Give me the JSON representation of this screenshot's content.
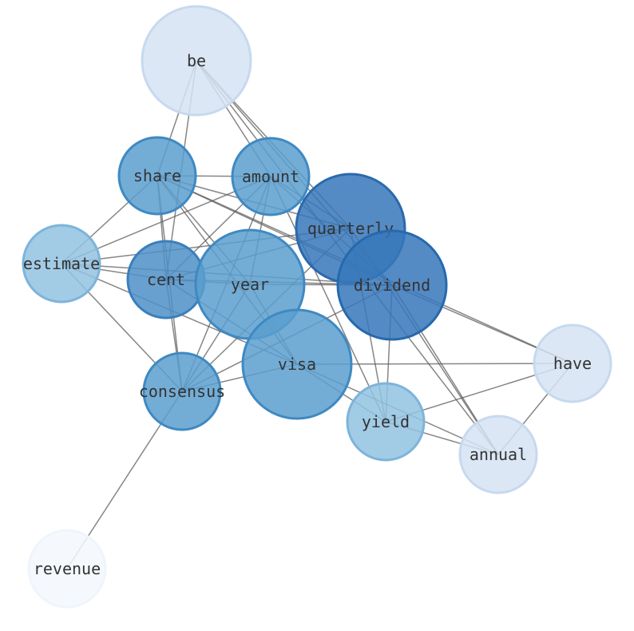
{
  "nodes": [
    {
      "id": "be",
      "label": "be",
      "fill": "#d6e3f3",
      "stroke": "#c6d9ef"
    },
    {
      "id": "share",
      "label": "share",
      "fill": "#5b9fcf",
      "stroke": "#3f89c2"
    },
    {
      "id": "amount",
      "label": "amount",
      "fill": "#5b9fcf",
      "stroke": "#3f89c2"
    },
    {
      "id": "quarterly",
      "label": "quarterly",
      "fill": "#3777ba",
      "stroke": "#2b69ad"
    },
    {
      "id": "estimate",
      "label": "estimate",
      "fill": "#92c2e2",
      "stroke": "#7db4da"
    },
    {
      "id": "cent",
      "label": "cent",
      "fill": "#4d8fc8",
      "stroke": "#3a7fbc"
    },
    {
      "id": "year",
      "label": "year",
      "fill": "#5b9fcf",
      "stroke": "#3f89c2"
    },
    {
      "id": "dividend",
      "label": "dividend",
      "fill": "#3777ba",
      "stroke": "#2669ad"
    },
    {
      "id": "visa",
      "label": "visa",
      "fill": "#5b9fcf",
      "stroke": "#3f89c2"
    },
    {
      "id": "have",
      "label": "have",
      "fill": "#d6e3f3",
      "stroke": "#c6d9ef"
    },
    {
      "id": "consensus",
      "label": "consensus",
      "fill": "#5b9fcf",
      "stroke": "#3f89c2"
    },
    {
      "id": "yield",
      "label": "yield",
      "fill": "#92c2e2",
      "stroke": "#7db4da"
    },
    {
      "id": "annual",
      "label": "annual",
      "fill": "#d6e3f3",
      "stroke": "#c6d9ef"
    },
    {
      "id": "revenue",
      "label": "revenue",
      "fill": "#f3f8fd",
      "stroke": "#eef5fc"
    }
  ],
  "edges": [
    [
      "be",
      "share"
    ],
    [
      "be",
      "cent"
    ],
    [
      "be",
      "amount"
    ],
    [
      "be",
      "quarterly"
    ],
    [
      "be",
      "dividend"
    ],
    [
      "be",
      "annual"
    ],
    [
      "share",
      "amount"
    ],
    [
      "share",
      "cent"
    ],
    [
      "share",
      "consensus"
    ],
    [
      "share",
      "estimate"
    ],
    [
      "share",
      "quarterly"
    ],
    [
      "share",
      "dividend"
    ],
    [
      "share",
      "visa"
    ],
    [
      "share",
      "year"
    ],
    [
      "amount",
      "quarterly"
    ],
    [
      "amount",
      "estimate"
    ],
    [
      "amount",
      "cent"
    ],
    [
      "amount",
      "year"
    ],
    [
      "amount",
      "consensus"
    ],
    [
      "amount",
      "yield"
    ],
    [
      "amount",
      "dividend"
    ],
    [
      "quarterly",
      "estimate"
    ],
    [
      "quarterly",
      "cent"
    ],
    [
      "quarterly",
      "consensus"
    ],
    [
      "quarterly",
      "yield"
    ],
    [
      "quarterly",
      "annual"
    ],
    [
      "estimate",
      "cent"
    ],
    [
      "estimate",
      "dividend"
    ],
    [
      "estimate",
      "visa"
    ],
    [
      "estimate",
      "consensus"
    ],
    [
      "cent",
      "dividend"
    ],
    [
      "cent",
      "year"
    ],
    [
      "cent",
      "consensus"
    ],
    [
      "cent",
      "visa"
    ],
    [
      "year",
      "dividend"
    ],
    [
      "year",
      "consensus"
    ],
    [
      "year",
      "visa"
    ],
    [
      "dividend",
      "have"
    ],
    [
      "dividend",
      "yield"
    ],
    [
      "dividend",
      "annual"
    ],
    [
      "dividend",
      "consensus"
    ],
    [
      "visa",
      "have"
    ],
    [
      "visa",
      "consensus"
    ],
    [
      "visa",
      "yield"
    ],
    [
      "visa",
      "annual"
    ],
    [
      "have",
      "yield"
    ],
    [
      "have",
      "annual"
    ],
    [
      "have",
      "share"
    ],
    [
      "consensus",
      "revenue"
    ],
    [
      "yield",
      "annual"
    ]
  ]
}
